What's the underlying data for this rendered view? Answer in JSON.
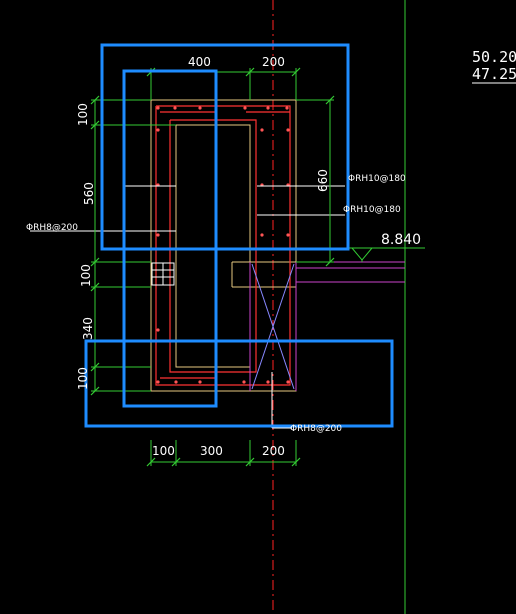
{
  "drawing": {
    "background": "#000000",
    "colors": {
      "selection": "#1e8cff",
      "dimension": "#33cc33",
      "concrete": "#e6c880",
      "rebar": "#ff3333",
      "axis": "#ff2222",
      "beam": "#cc44cc",
      "text": "#ffffff"
    }
  },
  "dimensions": {
    "top_left": "400",
    "top_right": "200",
    "left_100_top": "100",
    "left_560": "560",
    "left_100_mid": "100",
    "left_340": "340",
    "left_100_bottom": "100",
    "right_660": "660",
    "bottom_100": "100",
    "bottom_300": "300",
    "bottom_200": "200"
  },
  "rebar_notes": {
    "note_1": "ΦRH10@180",
    "note_2": "ΦRH10@180",
    "note_3": "ΦRH8@200",
    "note_4": "ΦRH8@200"
  },
  "elevation": {
    "level": "8.840"
  },
  "side_values": {
    "value_1": "50.20",
    "value_2": "47.25"
  }
}
